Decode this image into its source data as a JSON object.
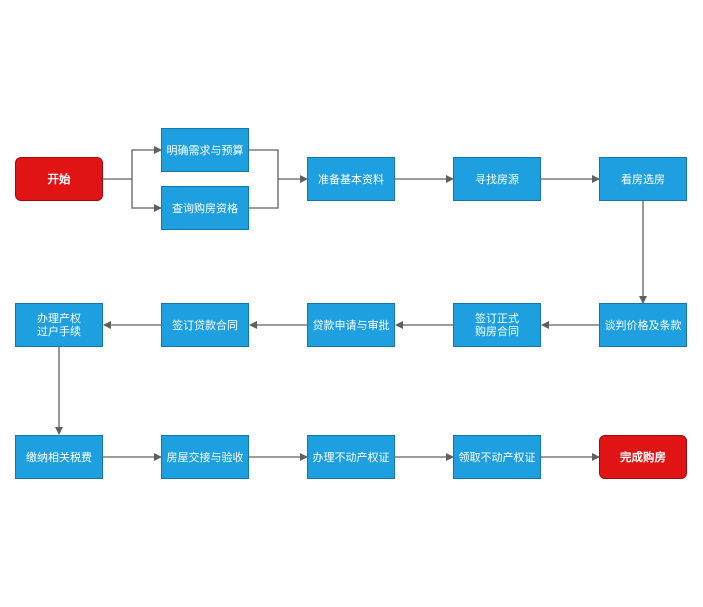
{
  "colors": {
    "step_fill": "#1ea0e0",
    "terminal_fill": "#e01414",
    "edge": "#606060",
    "text": "#ffffff"
  },
  "nodes": {
    "start": "开始",
    "clarify_needs": "明确需求与预算",
    "check_eligibility": "查询购房资格",
    "prepare_docs": "准备基本资料",
    "find_listings": "寻找房源",
    "view_houses": "看房选房",
    "negotiate": "谈判价格及条款",
    "sign_contract": "签订正式\n购房合同",
    "loan_approval": "贷款申请与审批",
    "sign_loan": "签订贷款合同",
    "transfer": "办理产权\n过户手续",
    "pay_taxes": "缴纳相关税费",
    "handover": "房屋交接与验收",
    "apply_cert": "办理不动产权证",
    "receive_cert": "领取不动产权证",
    "done": "完成购房"
  }
}
